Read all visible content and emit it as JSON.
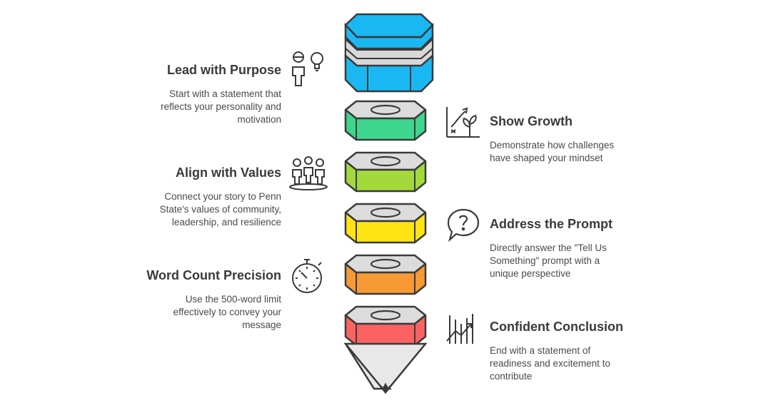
{
  "items": [
    {
      "id": "purpose",
      "title": "Lead with Purpose",
      "desc": [
        "Start with a statement that",
        "reflects your personality and",
        "motivation"
      ],
      "color": "#1ab8f2",
      "icon": "person-lightbulb-icon"
    },
    {
      "id": "growth",
      "title": "Show Growth",
      "desc": [
        "Demonstrate how challenges",
        "have shaped your mindset"
      ],
      "color": "#3ed68c",
      "icon": "plant-growth-icon"
    },
    {
      "id": "values",
      "title": "Align with Values",
      "desc": [
        "Connect your story to Penn",
        "State's values of community,",
        "leadership, and resilience"
      ],
      "color": "#a3d93a",
      "icon": "group-people-icon"
    },
    {
      "id": "prompt",
      "title": "Address the Prompt",
      "desc": [
        "Directly answer the \"Tell Us",
        "Something\" prompt with a",
        "unique perspective"
      ],
      "color": "#ffe414",
      "icon": "question-bubble-icon"
    },
    {
      "id": "wordcount",
      "title": "Word Count Precision",
      "desc": [
        "Use the 500-word limit",
        "effectively to convey your",
        "message"
      ],
      "color": "#f79a33",
      "icon": "stopwatch-icon"
    },
    {
      "id": "conclusion",
      "title": "Confident Conclusion",
      "desc": [
        "End with a statement of",
        "readiness and excitement to",
        "contribute"
      ],
      "color": "#fb6262",
      "icon": "rising-chart-icon"
    }
  ]
}
